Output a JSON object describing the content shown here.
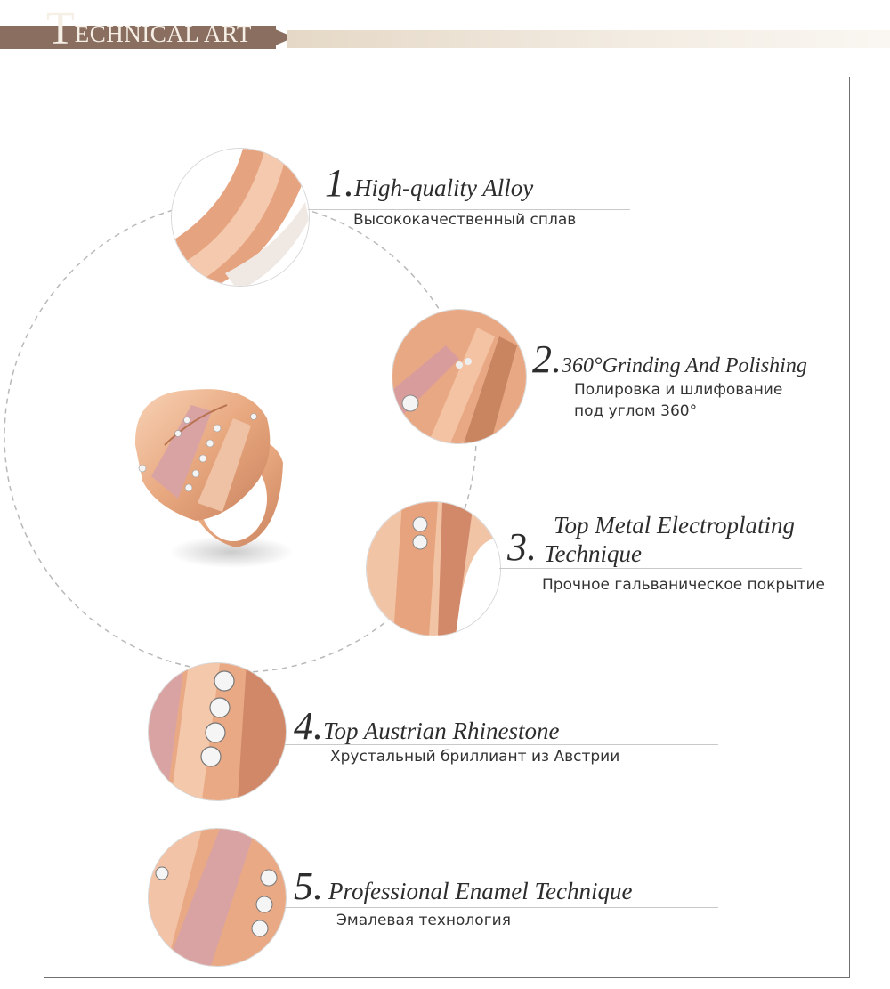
{
  "header": {
    "title_initial": "T",
    "title_rest": "ECHNICAL ART"
  },
  "colors": {
    "banner": "#8a6f60",
    "rose_gold": "#eab28f",
    "enamel_pink": "#d9a3a3",
    "text": "#2d2d2d"
  },
  "features": [
    {
      "number": "1.",
      "title": "High-quality Alloy",
      "subtitle": "Высококачественный сплав"
    },
    {
      "number": "2.",
      "title": "360°Grinding And Polishing",
      "subtitle_line1": "Полировка и шлифование",
      "subtitle_line2": "под углом 360°"
    },
    {
      "number": "3.",
      "title_line1": "Top Metal Electroplating",
      "title_line2": "Technique",
      "subtitle": "Прочное гальваническое покрытие"
    },
    {
      "number": "4.",
      "title": "Top Austrian Rhinestone",
      "subtitle": "Хрустальный бриллиант из Австрии"
    },
    {
      "number": "5.",
      "title": "Professional Enamel Technique",
      "subtitle": "Эмалевая технология"
    }
  ]
}
